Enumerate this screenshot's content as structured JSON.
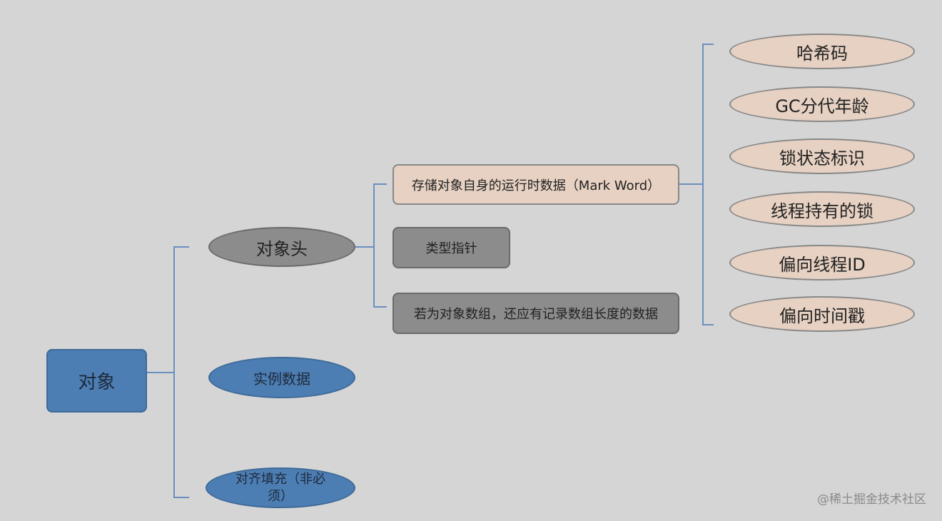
{
  "root": {
    "label": "对象"
  },
  "level1": [
    {
      "label": "对象头"
    },
    {
      "label": "实例数据"
    },
    {
      "label": "对齐填充（非必须）"
    }
  ],
  "header_parts": [
    {
      "label": "存储对象自身的运行时数据（Mark Word）"
    },
    {
      "label": "类型指针"
    },
    {
      "label": "若为对象数组，还应有记录数组长度的数据"
    }
  ],
  "mark_word_parts": [
    {
      "label": "哈希码"
    },
    {
      "label": "GC分代年龄"
    },
    {
      "label": "锁状态标识"
    },
    {
      "label": "线程持有的锁"
    },
    {
      "label": "偏向线程ID"
    },
    {
      "label": "偏向时间戳"
    }
  ],
  "watermark": "@稀土掘金技术社区",
  "colors": {
    "background": "#d5d5d5",
    "blue": "#4c7db3",
    "gray": "#8c8c8c",
    "peach": "#e6d1c2",
    "connector": "#6b8fbf"
  }
}
